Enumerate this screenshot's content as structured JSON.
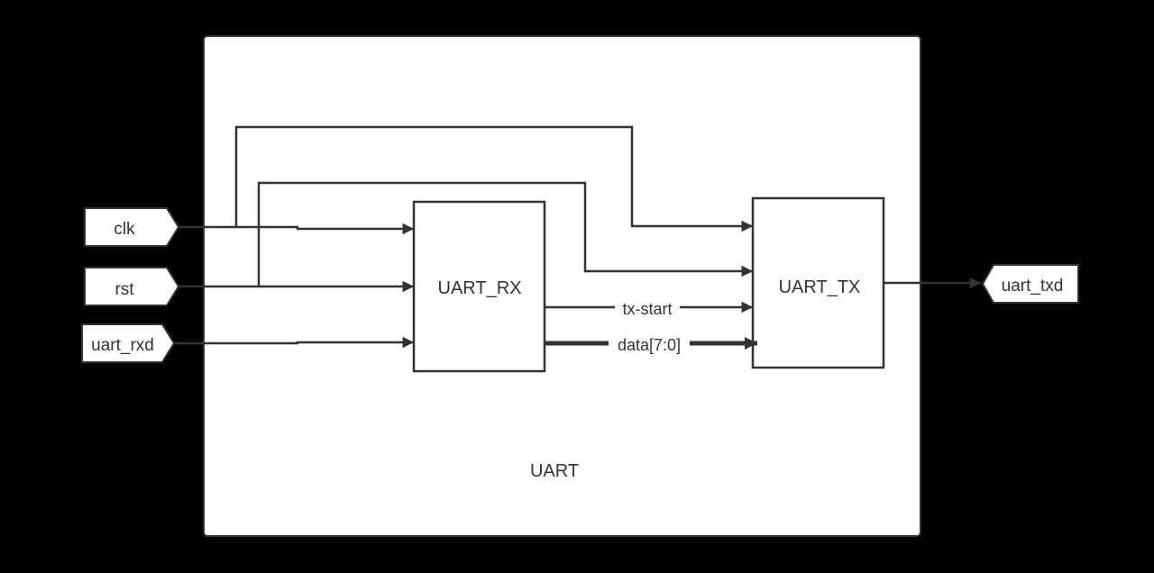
{
  "title": "UART",
  "blocks": {
    "rx": "UART_RX",
    "tx": "UART_TX"
  },
  "ports": {
    "inputs": [
      "clk",
      "rst",
      "uart_rxd"
    ],
    "output": "uart_txd"
  },
  "signals": {
    "tx_start": "tx-start",
    "data_bus": "data[7:0]"
  },
  "colors": {
    "background": "#000000",
    "panel": "#ffffff",
    "stroke": "#333333"
  }
}
